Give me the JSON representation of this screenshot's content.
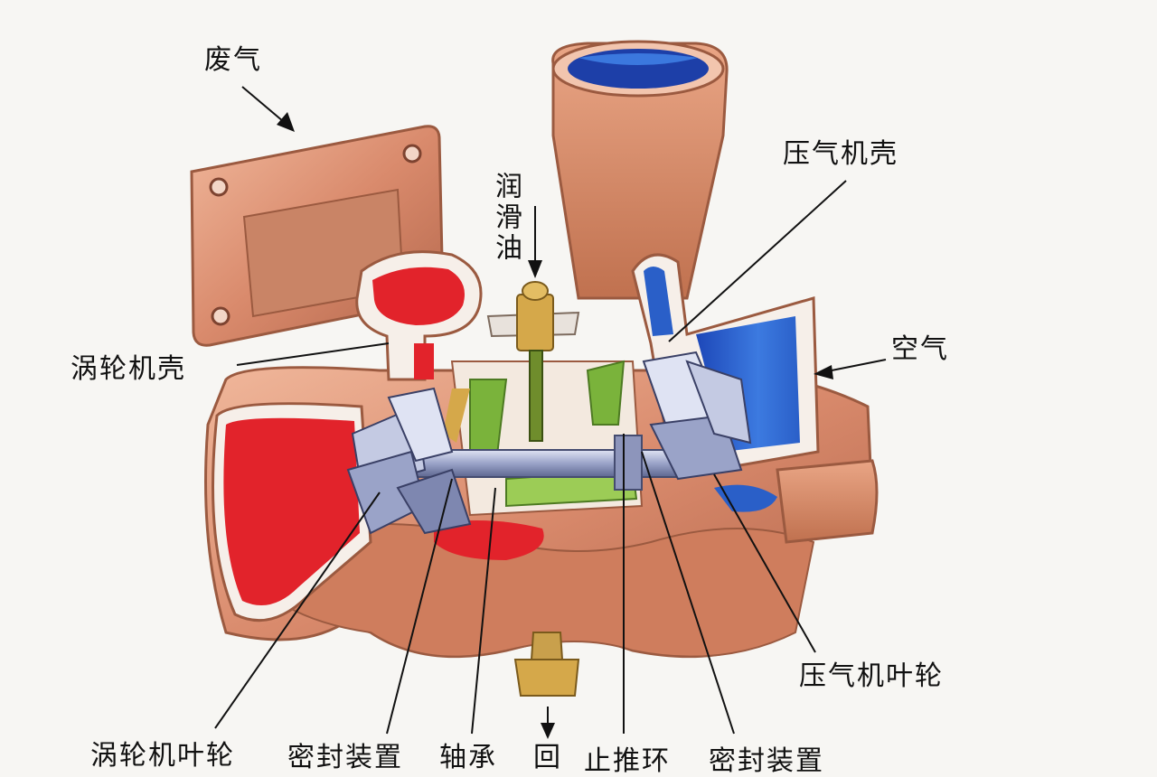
{
  "labels": {
    "exhaust": "废气",
    "turbine_housing": "涡轮机壳",
    "lube_oil": "润滑油",
    "compressor_housing": "压气机壳",
    "air": "空气",
    "compressor_wheel": "压气机叶轮",
    "turbine_wheel": "涡轮机叶轮",
    "seal_left": "密封装置",
    "bearing": "轴承",
    "return": "回",
    "thrust_ring": "止推环",
    "seal_right": "密封装置"
  },
  "colors": {
    "background": "#f7f6f3",
    "copper": "#d98a6c",
    "copper_dark": "#b2654a",
    "hot_red": "#e2232b",
    "cold_blue": "#2a5fc8",
    "steel": "#9aa3c8",
    "brass": "#d5a84a",
    "green": "#7ab33b"
  }
}
